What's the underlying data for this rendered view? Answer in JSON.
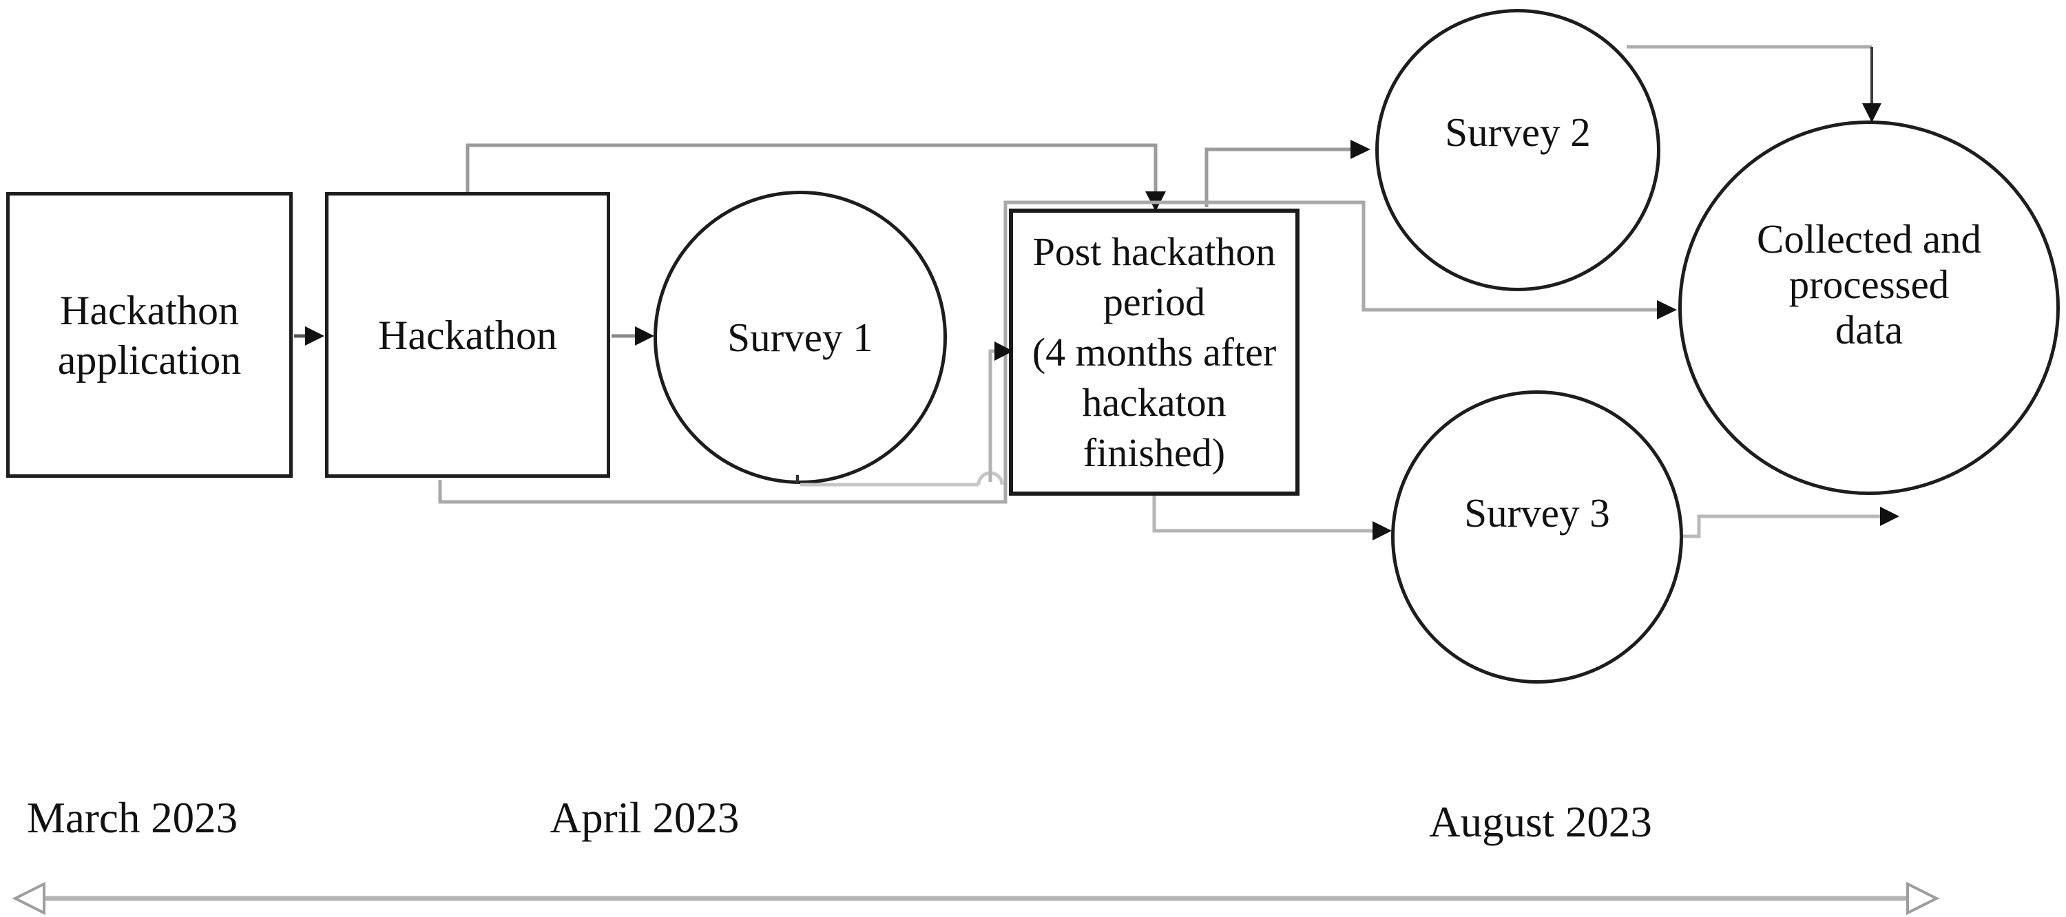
{
  "diagram": {
    "title_hint": "Hackathon study data-collection timeline flowchart",
    "nodes": {
      "hackathon_application": {
        "label": "Hackathon application"
      },
      "hackathon": {
        "label": "Hackathon"
      },
      "survey1": {
        "label": "Survey 1"
      },
      "post_hackathon": {
        "lines": [
          "Post hackathon",
          "period",
          "(4 months after",
          "hackaton",
          "finished)"
        ]
      },
      "survey2": {
        "label": "Survey 2"
      },
      "survey3": {
        "label": "Survey 3"
      },
      "collected": {
        "lines": [
          "Collected and",
          "processed",
          "data"
        ]
      }
    },
    "timeline": {
      "months": [
        "March 2023",
        "April 2023",
        "August 2023"
      ]
    },
    "colors": {
      "ink": "#111111",
      "node_border": "#1d1d1d",
      "wire_gray": "#9b9b9b",
      "wire_light_gray": "#c0c0c0",
      "timeline_gray": "#b4b4b4",
      "arrowhead_black": "#111111"
    }
  }
}
